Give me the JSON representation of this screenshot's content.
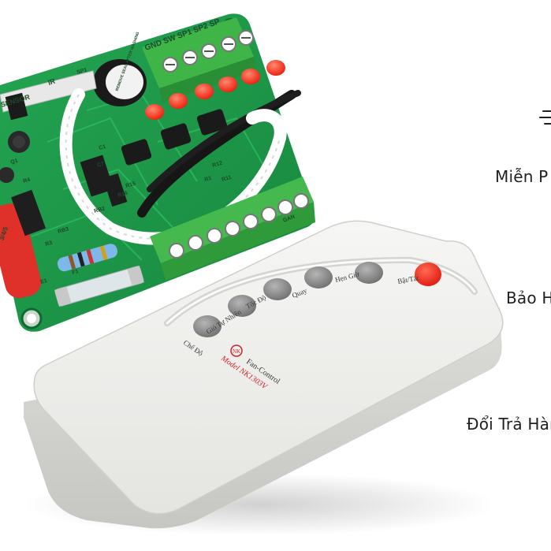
{
  "side_labels": {
    "shipping": "Miễn P",
    "warranty": "Bảo H",
    "returns": "Đổi Trả Hàn"
  },
  "remote": {
    "buttons": {
      "power": "Bật/Tắt",
      "timer": "Hẹn Giờ",
      "swing": "Quay",
      "speed": "Tốc Độ",
      "natural_wind": "Gió Tự Nhiên",
      "mode": "Chế Độ"
    },
    "brand": "Fan-Control",
    "logo_text": "NK",
    "model": "Model NK1303V"
  },
  "pcb": {
    "terminal_top_label": "GND SW SP1 SP2 SP",
    "sensor_label": "SENSOR",
    "ir_label": "IR",
    "sp1_label": "SP1",
    "buzzer_sticker": "REMOVE SEAL AFTER WASHING",
    "terminal_bottom_label": "GAN",
    "component_labels": [
      "R4",
      "Q1",
      "R3",
      "RB2",
      "RB3",
      "R12",
      "R15",
      "R16",
      "C7",
      "C1",
      "R1",
      "R11",
      "E1",
      "F1"
    ],
    "capacitor_label": "3/4/5"
  },
  "colors": {
    "pcb_green": "#1f9a4a",
    "terminal_green": "#3fb548",
    "led_red": "#ff2a1a",
    "remote_body": "#ececea",
    "button_gray": "#8a8a8a"
  }
}
